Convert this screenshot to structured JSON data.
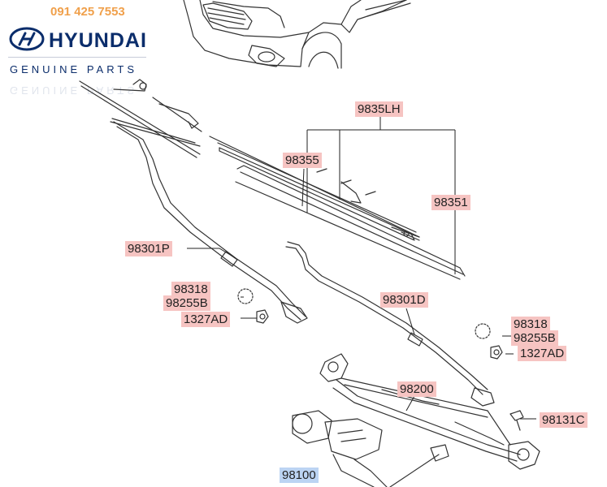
{
  "branding": {
    "phone": "091 425 7553",
    "brand_name": "HYUNDAI",
    "tagline": "GENUINE PARTS"
  },
  "colors": {
    "label_background": "#f6c4c2",
    "highlight_background": "#bcd4f3",
    "brand_blue": "#0b2d6b",
    "phone_orange": "#f0a04b",
    "line": "#222222"
  },
  "parts": [
    {
      "id": "p-9835lh",
      "code": "9835LH"
    },
    {
      "id": "p-98355",
      "code": "98355"
    },
    {
      "id": "p-98351",
      "code": "98351"
    },
    {
      "id": "p-98301p",
      "code": "98301P"
    },
    {
      "id": "p-98318-l",
      "code": "98318"
    },
    {
      "id": "p-98255b-l",
      "code": "98255B"
    },
    {
      "id": "p-1327ad-l",
      "code": "1327AD"
    },
    {
      "id": "p-98301d",
      "code": "98301D"
    },
    {
      "id": "p-98318-r",
      "code": "98318"
    },
    {
      "id": "p-98255b-r",
      "code": "98255B"
    },
    {
      "id": "p-1327ad-r",
      "code": "1327AD"
    },
    {
      "id": "p-98200",
      "code": "98200"
    },
    {
      "id": "p-98131c",
      "code": "98131C"
    },
    {
      "id": "p-98100",
      "code": "98100",
      "highlighted": true
    }
  ]
}
